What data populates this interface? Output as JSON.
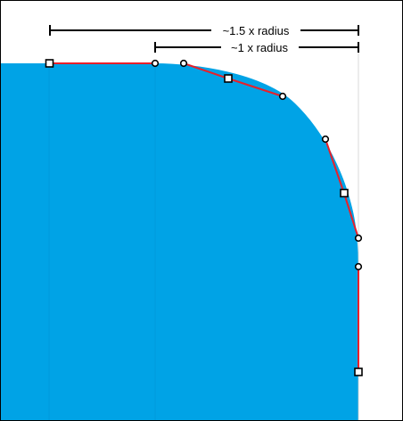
{
  "labels": {
    "radius_1_5": "~1.5 x radius",
    "radius_1": "~1 x radius"
  },
  "colors": {
    "shape_fill": "#00a3e6",
    "curve_stroke": "#e8202a",
    "guide_line": "#cfcfcf",
    "dimension_line": "#000000",
    "anchor_fill": "#ffffff",
    "anchor_stroke": "#000000"
  },
  "legend": {
    "anchor_point": "square-anchor",
    "control_handle": "circle-handle"
  }
}
